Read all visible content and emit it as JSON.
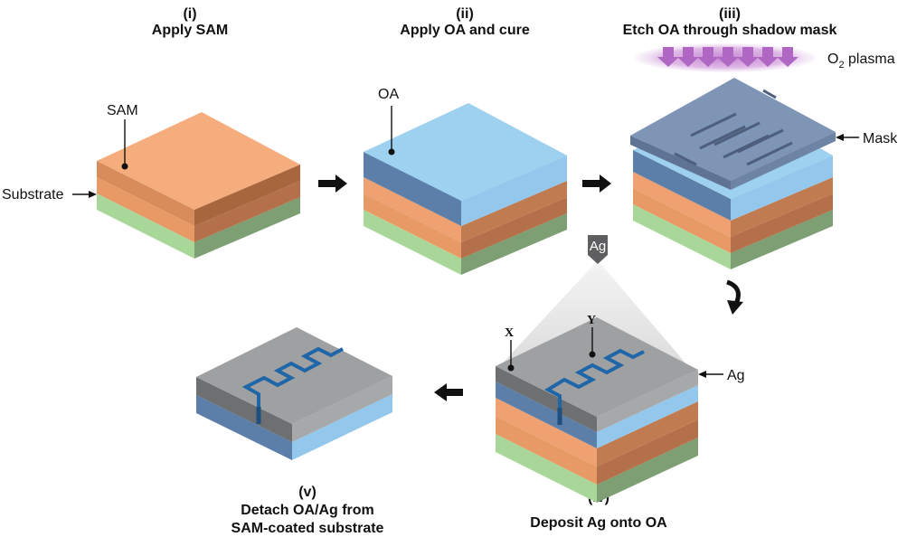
{
  "steps": [
    {
      "numeral": "(i)",
      "line1": "Apply SAM",
      "line2": ""
    },
    {
      "numeral": "(ii)",
      "line1": "Apply OA and cure",
      "line2": ""
    },
    {
      "numeral": "(iii)",
      "line1": "Etch OA through shadow mask",
      "line2": ""
    },
    {
      "numeral": "(iv)",
      "line1": "Deposit Ag onto OA",
      "line2": ""
    },
    {
      "numeral": "(v)",
      "line1": "Detach OA/Ag from",
      "line2": "SAM-coated substrate"
    }
  ],
  "labels": {
    "sam": "SAM",
    "substrate": "Substrate",
    "oa": "OA",
    "mask": "Mask",
    "plasma": "O",
    "plasma_sub": "2",
    "plasma_suffix": " plasma",
    "ag_source": "Ag",
    "ag": "Ag",
    "x": "X",
    "y": "Y"
  },
  "colors": {
    "substrate": "#a9d79a",
    "substrate_dark": "#7d9f73",
    "sam_top": "#f6ad7e",
    "sam_front": "#e89a66",
    "sam_side": "#b4704a",
    "oa_top": "#94cbee",
    "oa_front": "#8ec2e6",
    "oa_side": "#5e7fa6",
    "ag_top": "#9fa0a2",
    "ag_front": "#a7a8aa",
    "ag_side": "#6e6f71",
    "mask": "#7f95b5",
    "trace": "#1f66a8",
    "plasma": "#c48ad1",
    "arrow": "#111111"
  }
}
